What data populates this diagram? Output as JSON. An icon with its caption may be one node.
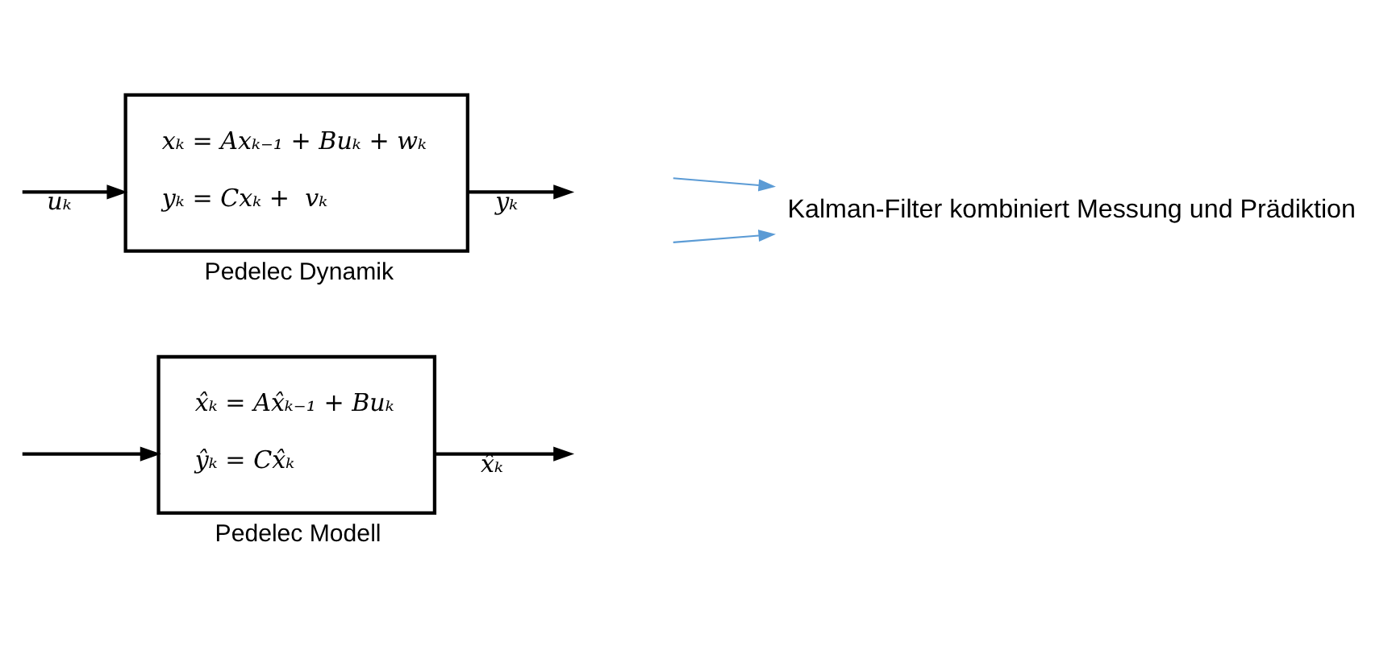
{
  "diagram": {
    "nodes": [
      {
        "text": [
          "xₖ = Axₖ₋₁ + Buₖ + wₖ",
          "yₖ = Cxₖ +  vₖ",
          "Pedelec Dynamik"
        ]
      },
      {
        "text": [
          "x̂ₖ = Ax̂ₖ₋₁ + Buₖ",
          "ŷₖ = Cx̂ₖ",
          "Pedelec Modell"
        ]
      },
      {
        "text": [
          "Kalman-Filter kombiniert Messung und Prädiktion"
        ]
      }
    ],
    "edges": [
      {
        "from": 0,
        "to": null,
        "arrow": "to",
        "label": "yₖ"
      },
      {
        "from": 1,
        "to": null,
        "arrow": "to",
        "label": "x̂ₖ"
      },
      {
        "from": null,
        "to": 0,
        "arrow": "to",
        "label": "uₖ"
      },
      {
        "from": null,
        "to": 1,
        "arrow": "to"
      },
      {
        "from": null,
        "to": 2,
        "arrow": "to",
        "color": "#5b9bd5"
      },
      {
        "from": null,
        "to": 2,
        "arrow": "to",
        "color": "#5b9bd5"
      }
    ]
  }
}
